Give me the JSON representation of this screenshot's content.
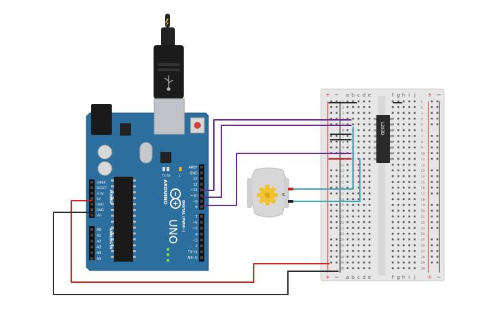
{
  "colors": {
    "arduino_board": "#2c6e9e",
    "arduino_edge": "#1f5880",
    "breadboard": "#e9e9e9",
    "wire_purple": "#6a2a8a",
    "wire_teal": "#3aa9b4",
    "wire_red": "#d02020",
    "wire_black": "#2b2b2b",
    "chip": "#2a2a2a",
    "motor_body": "#d7d7d7",
    "motor_gear": "#f2c230"
  },
  "arduino": {
    "brand": "ARDUINO",
    "model": "UNO",
    "header_power": [
      "IOREF",
      "RESET",
      "3.3V",
      "5V",
      "GND",
      "GND",
      "Vin"
    ],
    "power_label": "POWER",
    "header_analog": [
      "A0",
      "A1",
      "A2",
      "A3",
      "A4",
      "A5"
    ],
    "analog_label": "ANALOG IN",
    "header_digital_top": [
      "AREF",
      "GND",
      "13",
      "12",
      "~11",
      "~10",
      "~9",
      "8"
    ],
    "header_digital_bottom": [
      "7",
      "~6",
      "~5",
      "4",
      "~3",
      "2",
      "TX→1",
      "RX←0"
    ],
    "digital_label": "DIGITAL (PWM~)",
    "tx_label": "TX",
    "rx_label": "RX",
    "l_label": "L"
  },
  "breadboard": {
    "column_letters_left": [
      "a",
      "b",
      "c",
      "d",
      "e"
    ],
    "column_letters_right": [
      "f",
      "g",
      "h",
      "i",
      "j"
    ],
    "row_numbers": [
      "1",
      "2",
      "3",
      "4",
      "5",
      "6",
      "7",
      "8",
      "9",
      "10",
      "11",
      "12",
      "13",
      "14",
      "15",
      "16",
      "17",
      "18",
      "19",
      "20",
      "21",
      "22",
      "23",
      "24",
      "25",
      "26",
      "27",
      "28",
      "29",
      "30"
    ],
    "rail_plus": "+",
    "rail_minus": "−"
  },
  "chip": {
    "label": "L293D"
  },
  "motor": {
    "label": "M"
  }
}
